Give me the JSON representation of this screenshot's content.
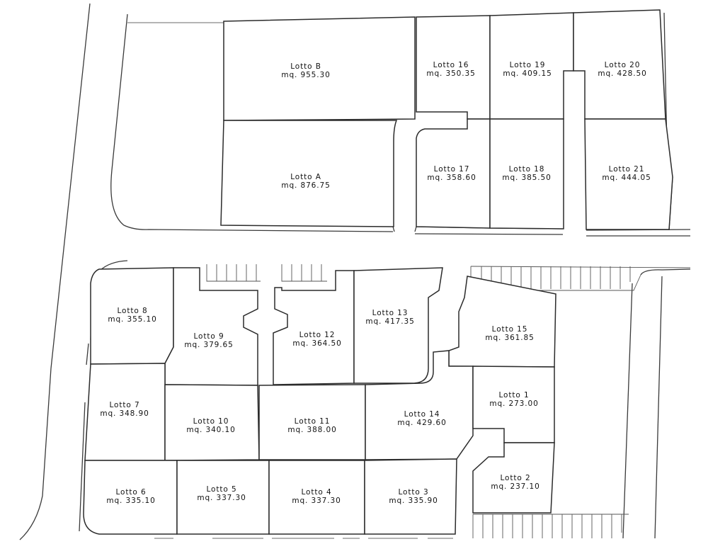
{
  "lots": [
    {
      "id": "lotto-b",
      "name": "Lotto B",
      "area": "mq. 955.30"
    },
    {
      "id": "lotto-a",
      "name": "Lotto A",
      "area": "mq. 876.75"
    },
    {
      "id": "lotto-16",
      "name": "Lotto 16",
      "area": "mq. 350.35"
    },
    {
      "id": "lotto-19",
      "name": "Lotto 19",
      "area": "mq. 409.15"
    },
    {
      "id": "lotto-20",
      "name": "Lotto 20",
      "area": "mq. 428.50"
    },
    {
      "id": "lotto-17",
      "name": "Lotto 17",
      "area": "mq. 358.60"
    },
    {
      "id": "lotto-18",
      "name": "Lotto 18",
      "area": "mq. 385.50"
    },
    {
      "id": "lotto-21",
      "name": "Lotto 21",
      "area": "mq. 444.05"
    },
    {
      "id": "lotto-8",
      "name": "Lotto 8",
      "area": "mq. 355.10"
    },
    {
      "id": "lotto-9",
      "name": "Lotto 9",
      "area": "mq. 379.65"
    },
    {
      "id": "lotto-12",
      "name": "Lotto 12",
      "area": "mq. 364.50"
    },
    {
      "id": "lotto-13",
      "name": "Lotto 13",
      "area": "mq. 417.35"
    },
    {
      "id": "lotto-15",
      "name": "Lotto 15",
      "area": "mq. 361.85"
    },
    {
      "id": "lotto-7",
      "name": "Lotto 7",
      "area": "mq. 348.90"
    },
    {
      "id": "lotto-10",
      "name": "Lotto 10",
      "area": "mq. 340.10"
    },
    {
      "id": "lotto-11",
      "name": "Lotto 11",
      "area": "mq. 388.00"
    },
    {
      "id": "lotto-14",
      "name": "Lotto 14",
      "area": "mq. 429.60"
    },
    {
      "id": "lotto-1",
      "name": "Lotto 1",
      "area": "mq. 273.00"
    },
    {
      "id": "lotto-2",
      "name": "Lotto 2",
      "area": "mq. 237.10"
    },
    {
      "id": "lotto-6",
      "name": "Lotto 6",
      "area": "mq. 335.10"
    },
    {
      "id": "lotto-5",
      "name": "Lotto 5",
      "area": "mq. 337.30"
    },
    {
      "id": "lotto-4",
      "name": "Lotto 4",
      "area": "mq. 337.30"
    },
    {
      "id": "lotto-3",
      "name": "Lotto 3",
      "area": "mq. 335.90"
    }
  ]
}
